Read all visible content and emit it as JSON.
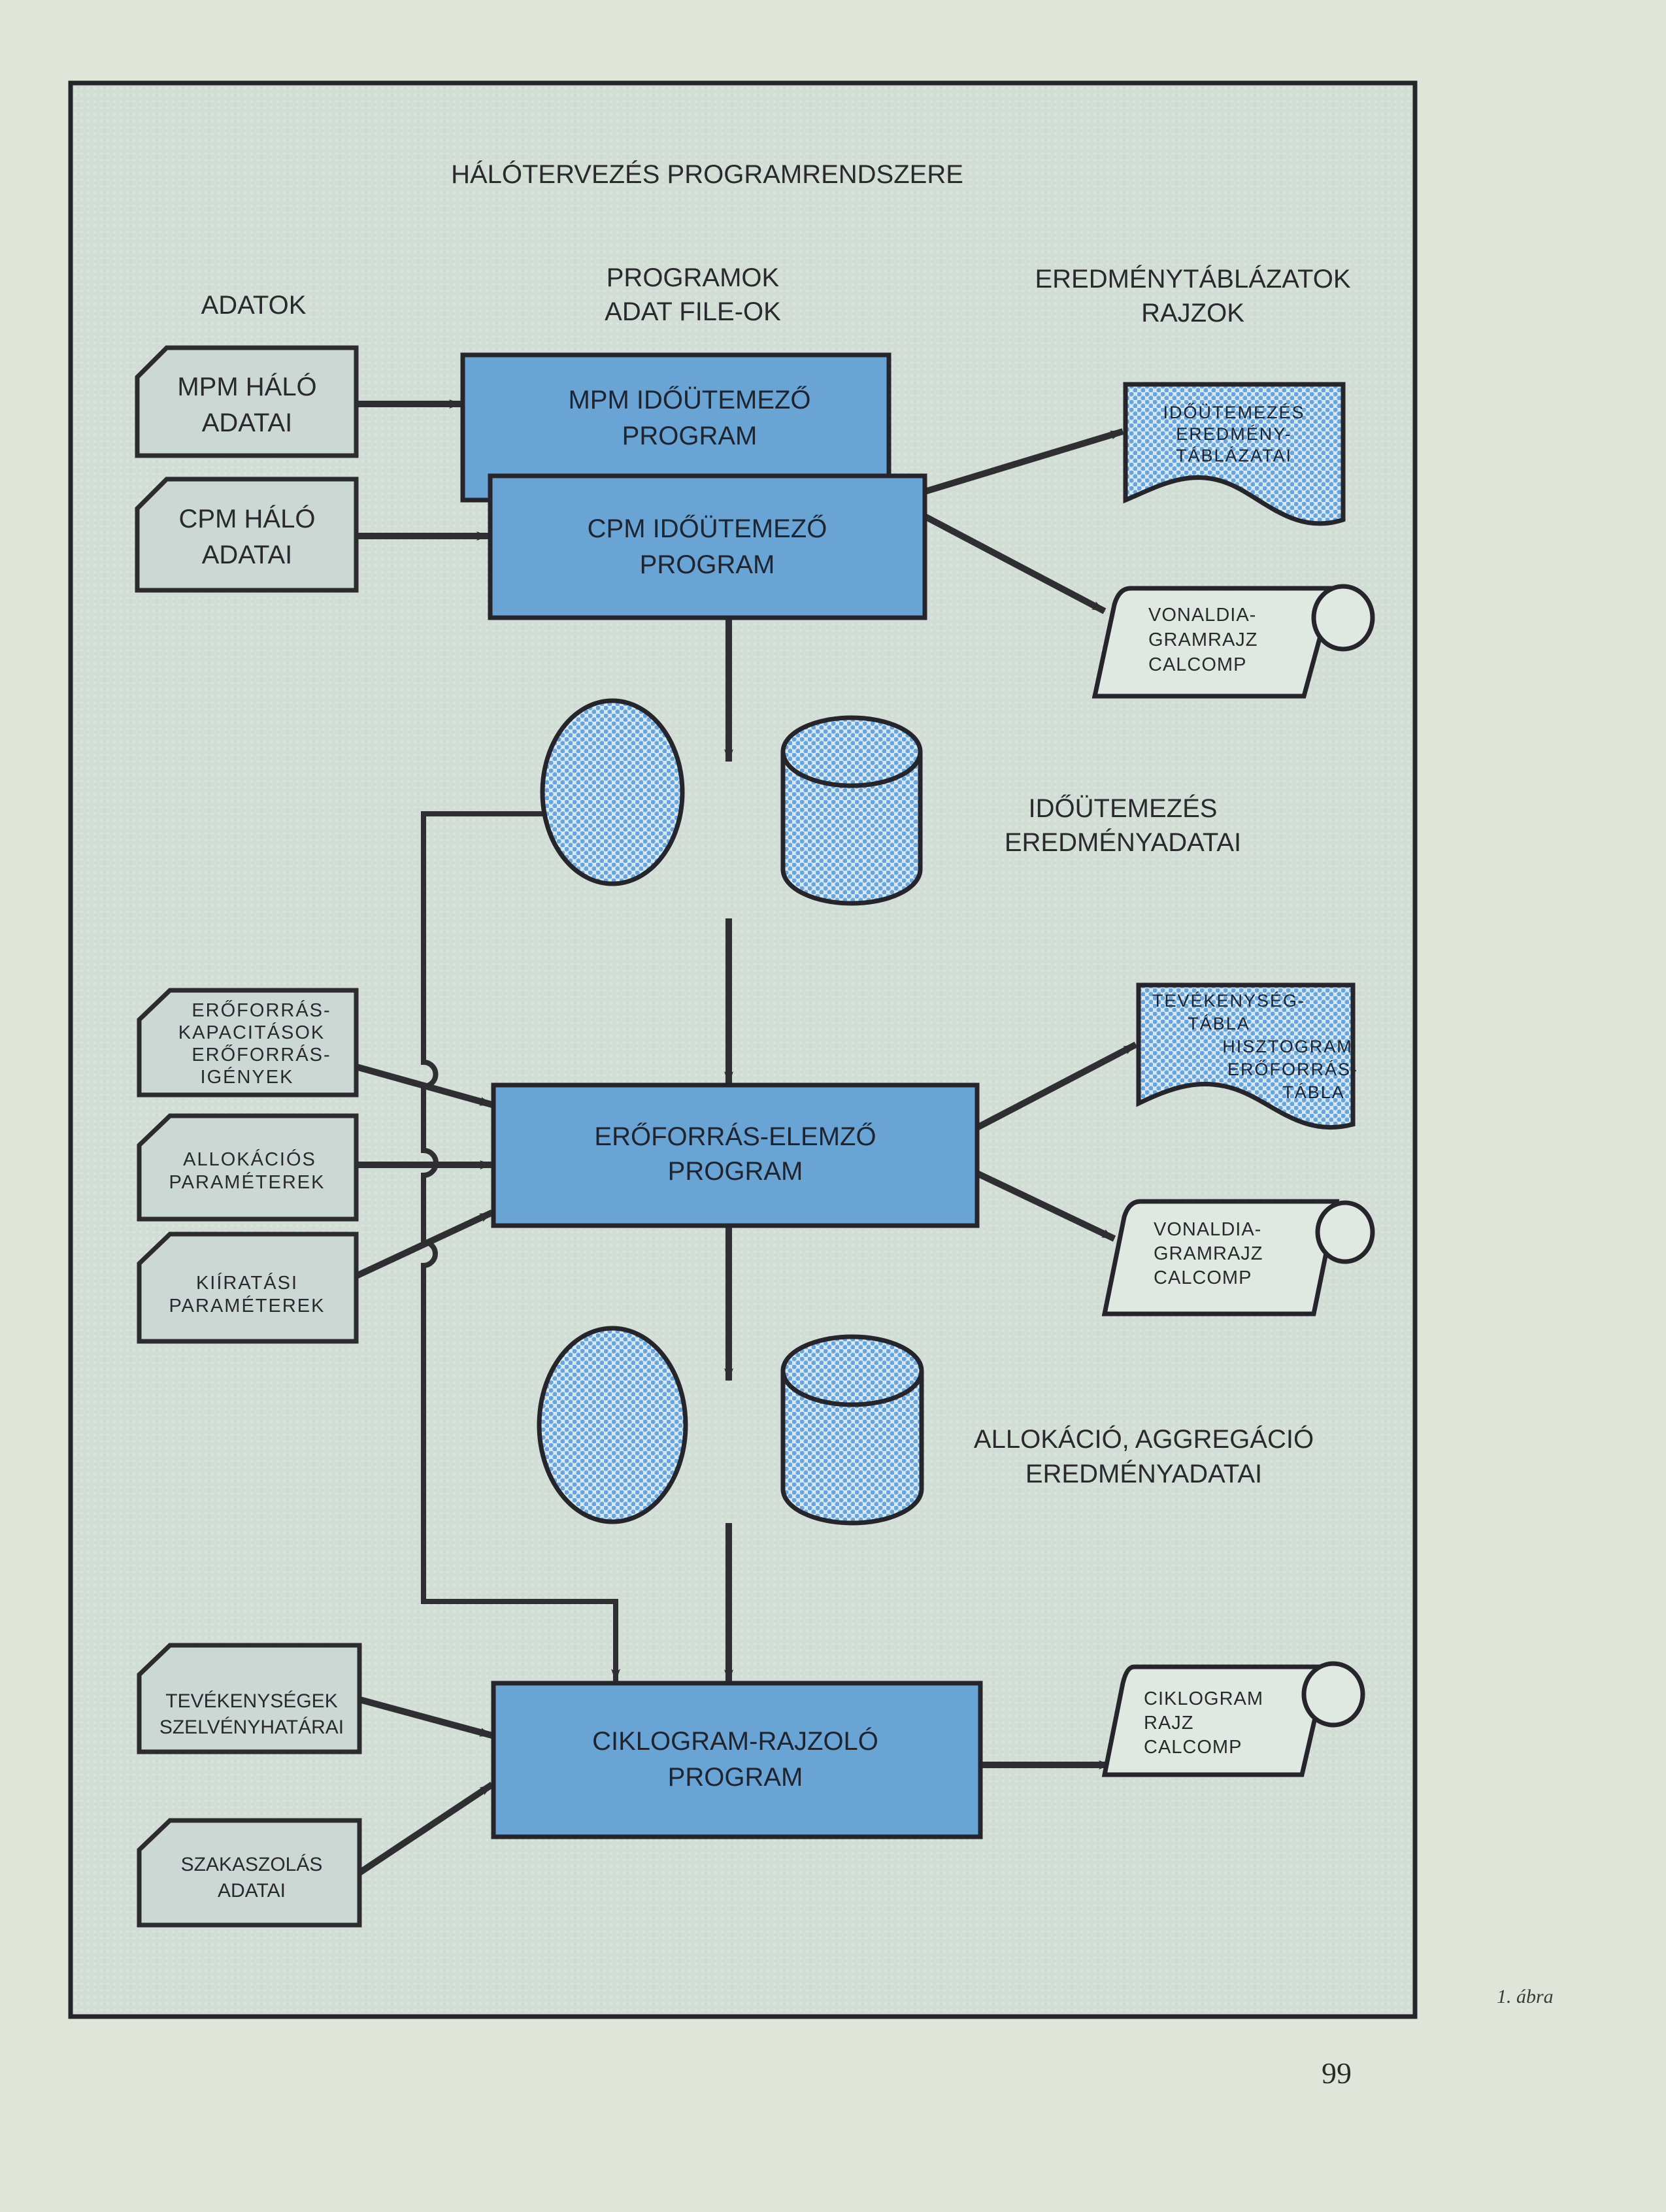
{
  "title": "HÁLÓTERVEZÉS PROGRAMRENDSZERE",
  "column_headers": {
    "data": [
      "ADATOK"
    ],
    "programs": [
      "PROGRAMOK",
      "ADAT FILE-OK"
    ],
    "outputs": [
      "EREDMÉNYTÁBLÁZATOK",
      "RAJZOK"
    ]
  },
  "inputs": [
    {
      "id": "mpm-net-data",
      "lines": [
        "MPM HÁLÓ",
        "ADATAI"
      ]
    },
    {
      "id": "cpm-net-data",
      "lines": [
        "CPM HÁLÓ",
        "ADATAI"
      ]
    },
    {
      "id": "resource-capacities",
      "lines": [
        "ERŐFORRÁS-",
        "KAPACITÁSOK",
        "ERŐFORRÁS-",
        "IGÉNYEK"
      ]
    },
    {
      "id": "allocation-params",
      "lines": [
        "ALLOKÁCIÓS",
        "PARAMÉTEREK"
      ]
    },
    {
      "id": "print-params",
      "lines": [
        "KIÍRATÁSI",
        "PARAMÉTEREK"
      ]
    },
    {
      "id": "activity-section-limits",
      "lines": [
        "TEVÉKENYSÉGEK",
        "SZELVÉNYHATÁRAI"
      ]
    },
    {
      "id": "sectioning-data",
      "lines": [
        "SZAKASZOLÁS",
        "ADATAI"
      ]
    }
  ],
  "programs": [
    {
      "id": "mpm-scheduler",
      "lines": [
        "MPM IDŐÜTEMEZŐ",
        "PROGRAM"
      ]
    },
    {
      "id": "cpm-scheduler",
      "lines": [
        "CPM IDŐÜTEMEZŐ",
        "PROGRAM"
      ]
    },
    {
      "id": "resource-analyzer",
      "lines": [
        "ERŐFORRÁS-ELEMZŐ",
        "PROGRAM"
      ]
    },
    {
      "id": "cyclogram-plotter",
      "lines": [
        "CIKLOGRAM-RAJZOLÓ",
        "PROGRAM"
      ]
    }
  ],
  "data_stores": [
    {
      "id": "scheduling-results",
      "lines": [
        "IDŐÜTEMEZÉS",
        "EREDMÉNYADATAI"
      ]
    },
    {
      "id": "allocation-results",
      "lines": [
        "ALLOKÁCIÓ, AGGREGÁCIÓ",
        "EREDMÉNYADATAI"
      ]
    }
  ],
  "outputs": [
    {
      "id": "scheduling-result-tables",
      "type": "document",
      "lines": [
        "IDŐÜTEMEZÉS",
        "EREDMÉNY-",
        "TÁBLÁZATAI"
      ]
    },
    {
      "id": "line-diagram-1",
      "type": "plot",
      "lines": [
        "VONALDIA-",
        "GRAMRAJZ",
        "CALCOMP"
      ]
    },
    {
      "id": "activity-tables",
      "type": "document",
      "lines": [
        "TEVÉKENYSÉG-",
        "TÁBLA",
        "HISZTOGRAM",
        "ERŐFORRÁS-",
        "TÁBLA"
      ]
    },
    {
      "id": "line-diagram-2",
      "type": "plot",
      "lines": [
        "VONALDIA-",
        "GRAMRAJZ",
        "CALCOMP"
      ]
    },
    {
      "id": "cyclogram-drawing",
      "type": "plot",
      "lines": [
        "CIKLOGRAM",
        "RAJZ",
        "CALCOMP"
      ]
    }
  ],
  "caption": "1. ábra",
  "page_number": "99",
  "colors": {
    "page": "#dfe6d9",
    "panel": "#d3ded6",
    "program_box": "#6aa4d4",
    "data_card": "#cfdcd6",
    "halftone_blue": "#79aee0",
    "ink": "#2b2b30"
  }
}
